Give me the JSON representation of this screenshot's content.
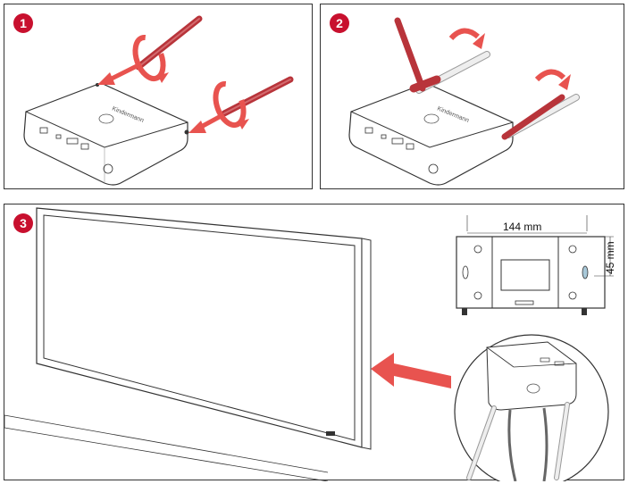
{
  "steps": [
    {
      "number": "1"
    },
    {
      "number": "2"
    },
    {
      "number": "3"
    }
  ],
  "device": {
    "brand": "Kindermann"
  },
  "dimensions": {
    "width": "144 mm",
    "height": "45 mm"
  },
  "colors": {
    "accent": "#c8102e",
    "antenna_red": "#b8343a",
    "antenna_white": "#e6e6e6",
    "arrow": "#e8534f",
    "line": "#333333"
  }
}
